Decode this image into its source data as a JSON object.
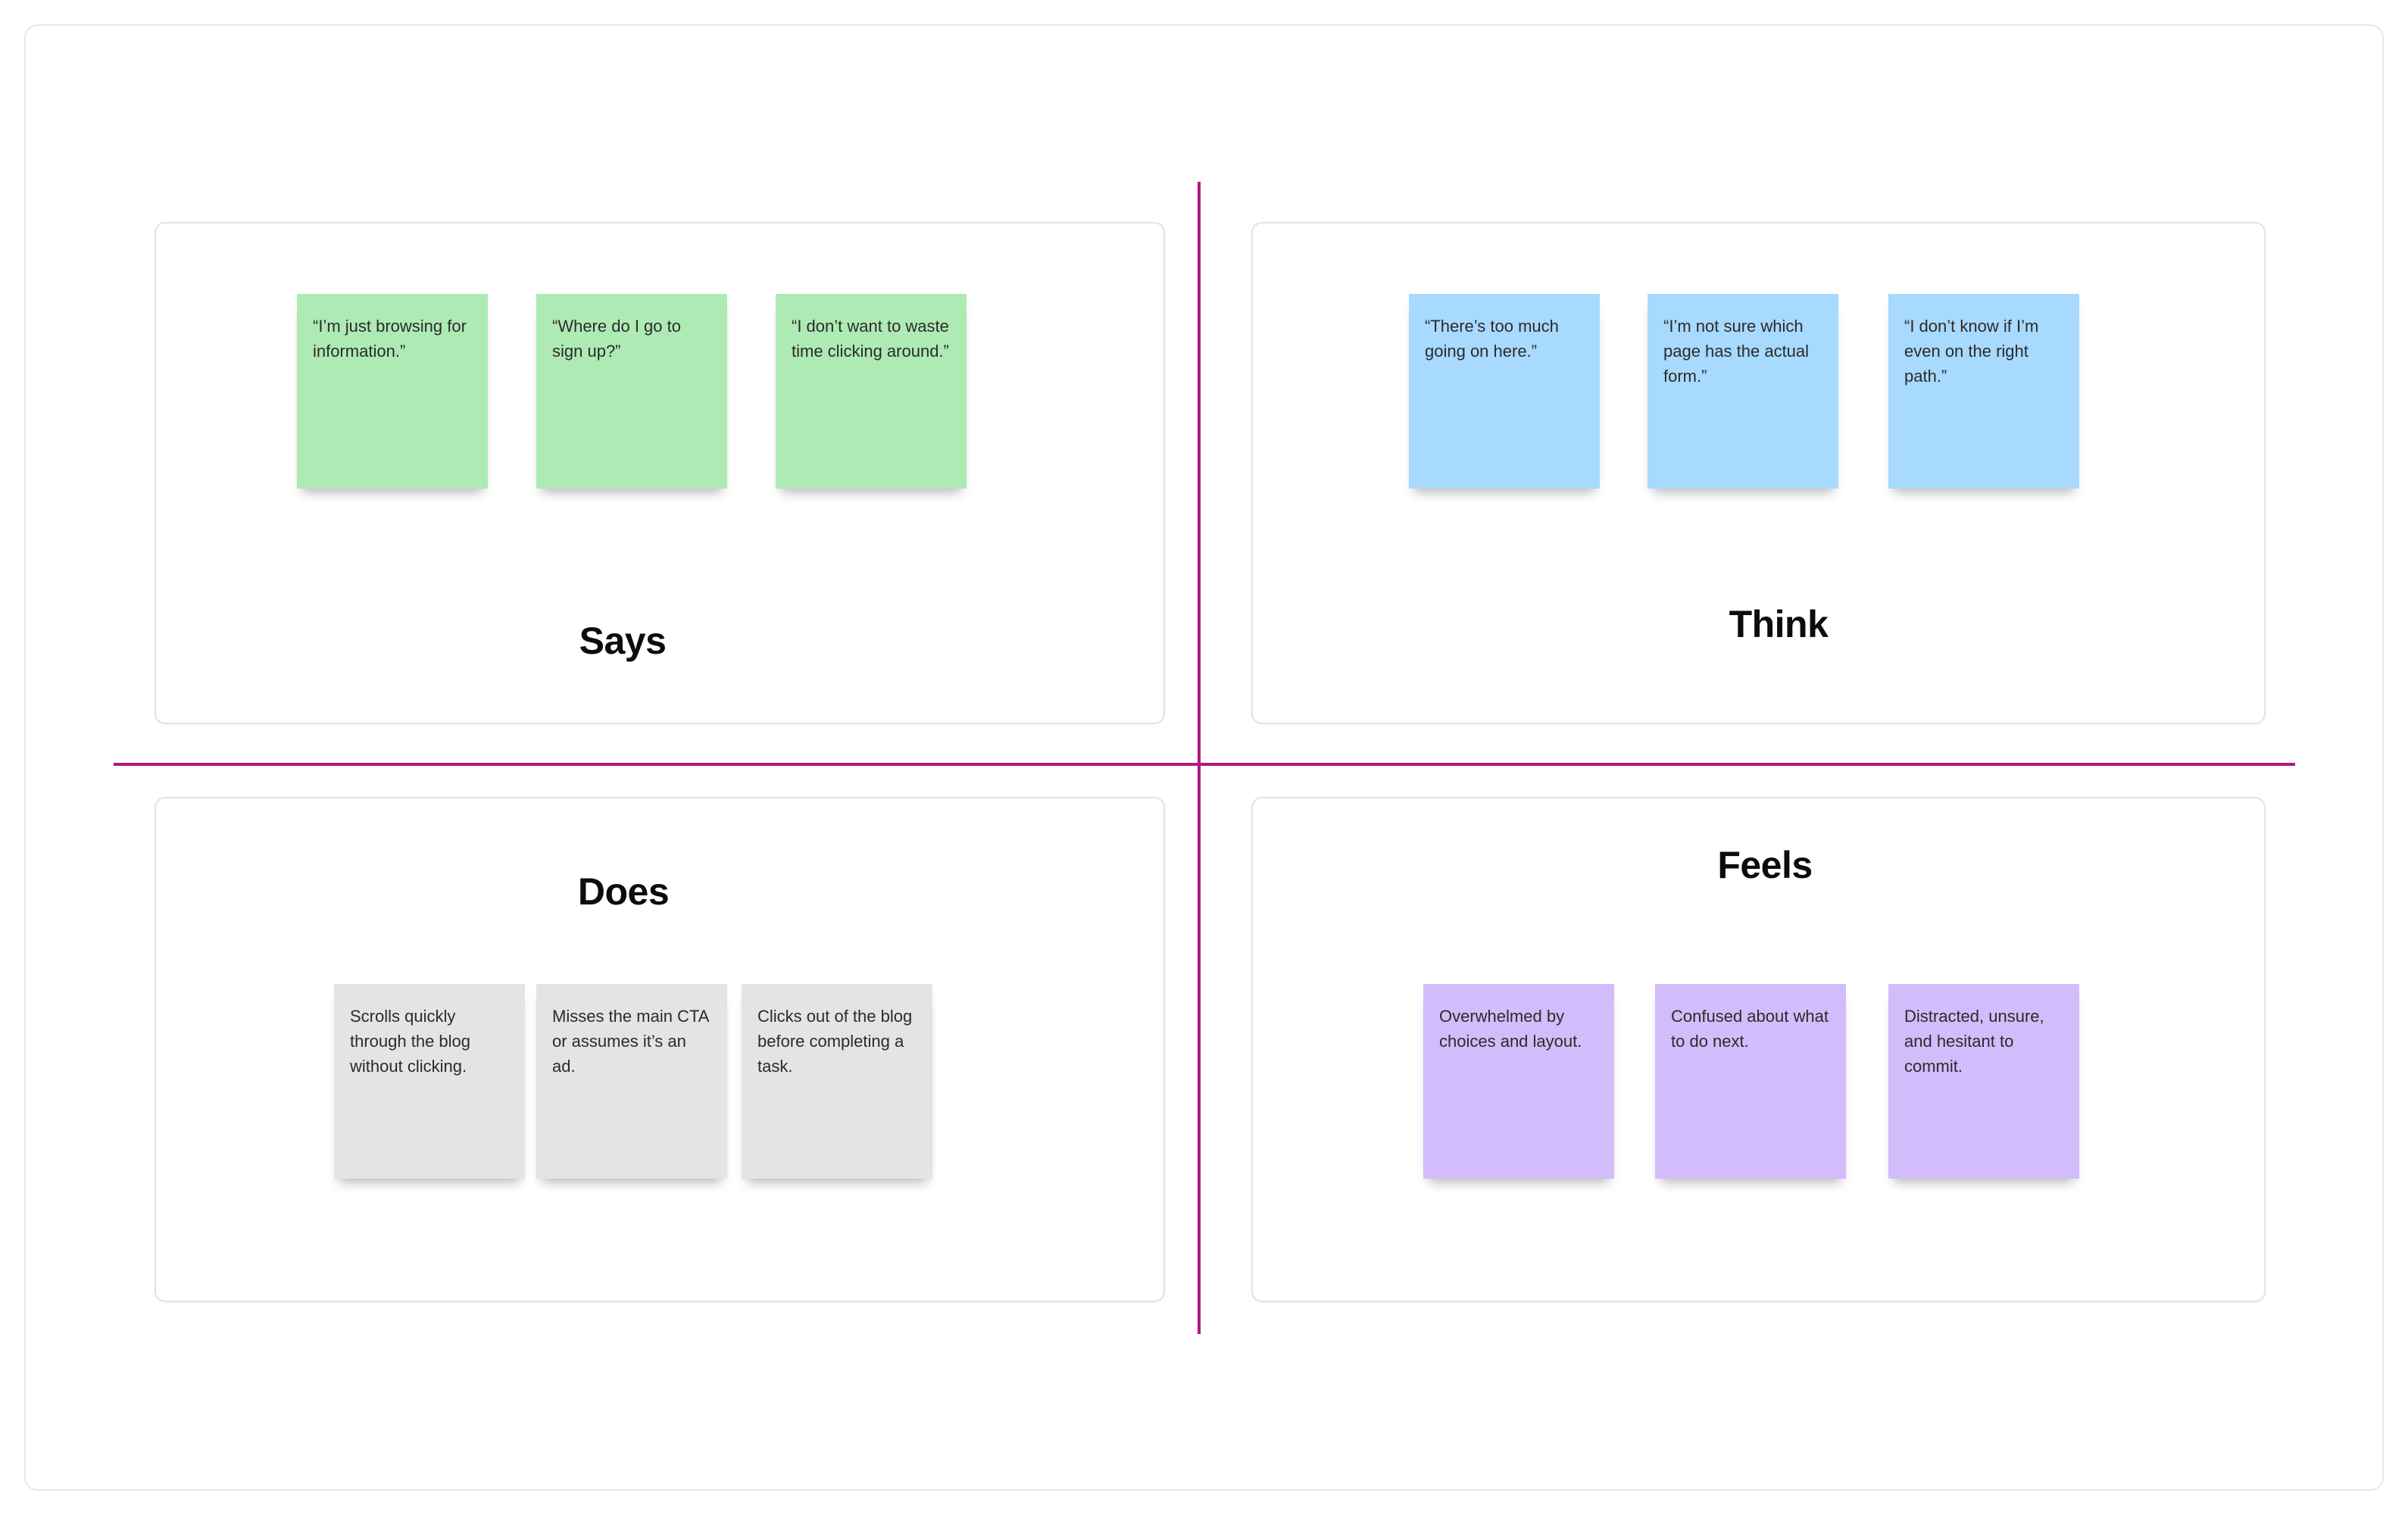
{
  "colors": {
    "crosshair": "#b01981",
    "quadrant_border": "#e3e3e3"
  },
  "quadrants": [
    {
      "id": "says",
      "title": "Says",
      "note_color": "#aeeab4",
      "notes": [
        "“I’m just browsing for information.”",
        "“Where do I go to sign up?”",
        "“I don’t want to waste time clicking around.”"
      ]
    },
    {
      "id": "think",
      "title": "Think",
      "note_color": "#a8d9ff",
      "notes": [
        "“There’s too much going on here.”",
        "“I’m not sure which page has the actual form.”",
        "“I don’t know if I’m even on the right path.”"
      ]
    },
    {
      "id": "does",
      "title": "Does",
      "note_color": "#e5e4e4",
      "notes": [
        "Scrolls quickly through the blog without clicking.",
        "Misses the main CTA or assumes it’s an ad.",
        "Clicks out of the blog before completing a task."
      ]
    },
    {
      "id": "feels",
      "title": "Feels",
      "note_color": "#d2bcfb",
      "notes": [
        "Overwhelmed by choices and layout.",
        "Confused about what to do next.",
        "Distracted, unsure, and hesitant to commit."
      ]
    }
  ]
}
